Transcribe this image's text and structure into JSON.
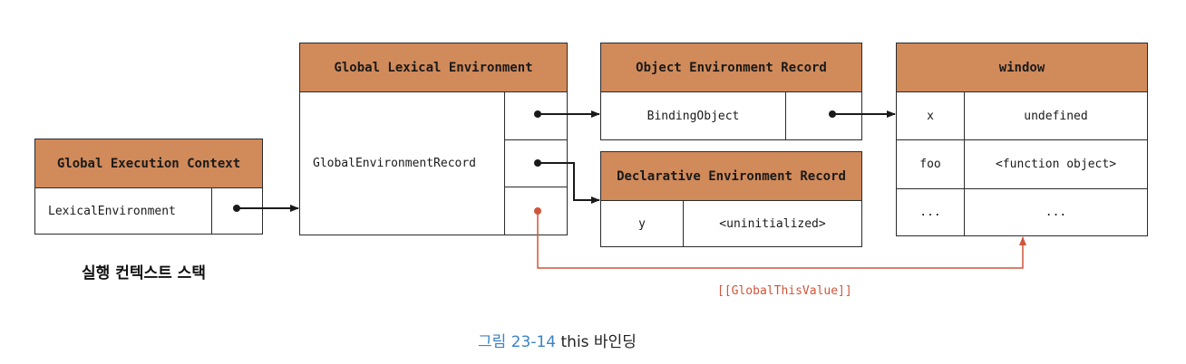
{
  "execution_context": {
    "title": "Global Execution Context",
    "lexical_env_label": "LexicalEnvironment",
    "stack_label": "실행 컨텍스트 스택"
  },
  "global_lexical_env": {
    "title": "Global Lexical Environment",
    "record_label": "GlobalEnvironmentRecord"
  },
  "object_env_record": {
    "title": "Object Environment Record",
    "binding_label": "BindingObject"
  },
  "declarative_env_record": {
    "title": "Declarative Environment Record",
    "rows": [
      {
        "key": "y",
        "value": "<uninitialized>"
      }
    ]
  },
  "window": {
    "title": "window",
    "rows": [
      {
        "key": "x",
        "value": "undefined"
      },
      {
        "key": "foo",
        "value": "<function object>"
      },
      {
        "key": "...",
        "value": "..."
      }
    ]
  },
  "global_this_label": "[[GlobalThisValue]]",
  "caption": {
    "prefix": "그림 23-14",
    "text": "this 바인딩"
  },
  "colors": {
    "header": "#d18a5a",
    "accent_red": "#d0553a",
    "caption_blue": "#3b82c4"
  }
}
